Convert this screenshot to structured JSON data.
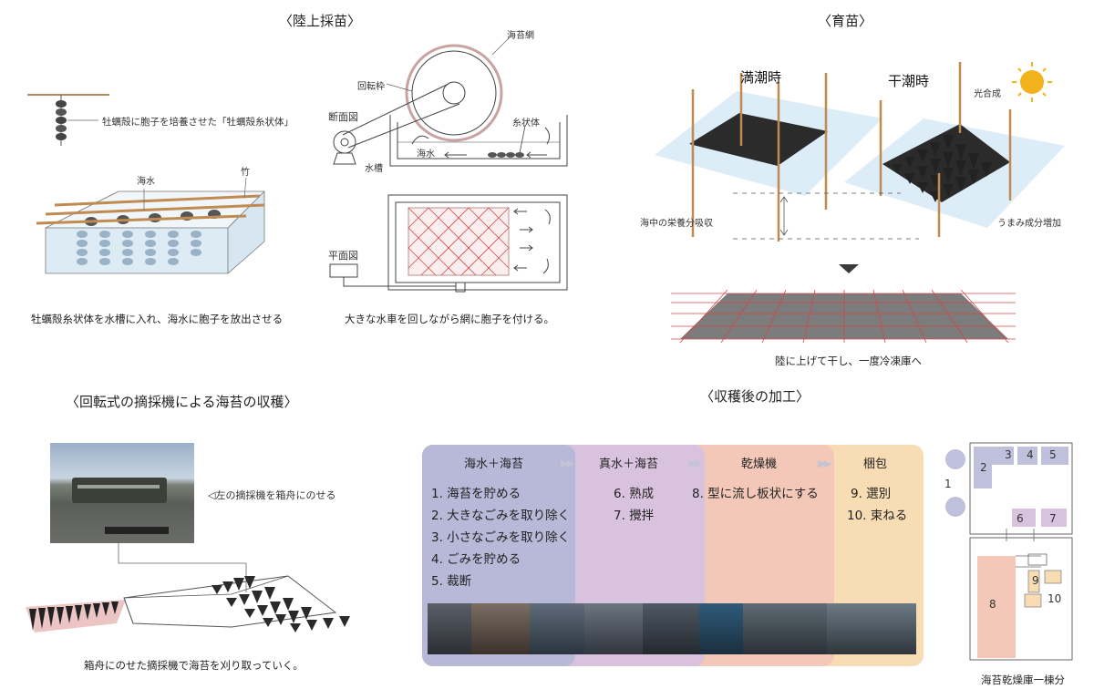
{
  "sections": {
    "land_seedling": "〈陸上採苗〉",
    "nursery": "〈育苗〉",
    "harvest": "〈回転式の摘採機による海苔の収穫〉",
    "post_harvest": "〈収穫後の加工〉"
  },
  "land": {
    "oyster_label": "牡蠣殻に胞子を培養させた「牡蠣殻糸状体」",
    "seawater_label": "海水",
    "bamboo_label": "竹",
    "tank_caption": "牡蠣殻糸状体を水槽に入れ、海水に胞子を放出させる",
    "net_label": "海苔網",
    "frame_label": "回転枠",
    "section_view": "断面図",
    "filament_label": "糸状体",
    "water_label": "海水",
    "tank_label": "水槽",
    "plan_view": "平面図",
    "wheel_caption": "大きな水車を回しながら網に胞子を付ける。"
  },
  "nursery": {
    "high_tide": "満潮時",
    "low_tide": "干潮時",
    "photosynthesis": "光合成",
    "absorb": "海中の栄養分吸収",
    "umami": "うまみ成分増加",
    "caption": "陸に上げて干し、一度冷凍庫へ"
  },
  "harvest": {
    "boat_label": "◁左の摘採機を箱舟にのせる",
    "caption": "箱舟にのせた摘採機で海苔を刈り取っていく。"
  },
  "process": {
    "stages": [
      {
        "title": "海水＋海苔",
        "color": "#b8b8d8"
      },
      {
        "title": "真水＋海苔",
        "color": "#d8c2de"
      },
      {
        "title": "乾燥機",
        "color": "#f3c8b8"
      },
      {
        "title": "梱包",
        "color": "#f8dcb4"
      }
    ],
    "col1": [
      "1. 海苔を貯める",
      "2. 大きなごみを取り除く",
      "3. 小さなごみを取り除く",
      "4. ごみを貯める",
      "5. 裁断"
    ],
    "col2": [
      "6. 熟成",
      "7. 攪拌"
    ],
    "col3": [
      "8. 型に流し板状にする"
    ],
    "col4": [
      "9. 選別",
      "10. 束ねる"
    ]
  },
  "floorplan": {
    "caption": "海苔乾燥庫一棟分",
    "numbers": [
      "1",
      "2",
      "3",
      "4",
      "5",
      "6",
      "7",
      "8",
      "9",
      "10"
    ]
  }
}
